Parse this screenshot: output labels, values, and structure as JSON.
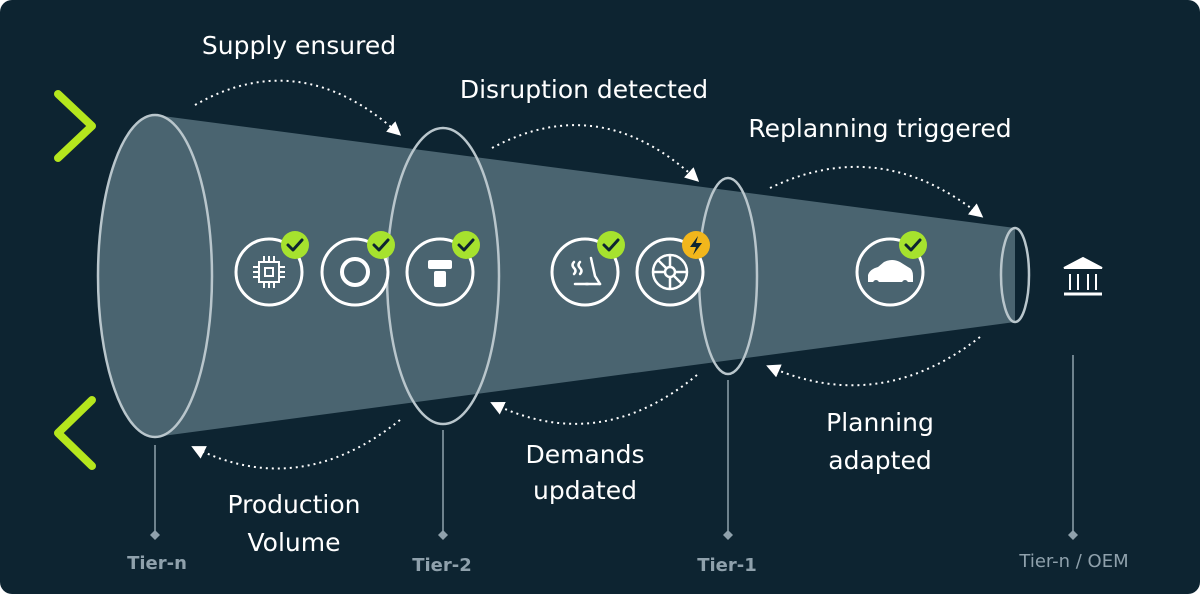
{
  "stages": {
    "supply_ensured": "Supply ensured",
    "disruption_detected": "Disruption detected",
    "replanning_triggered": "Replanning triggered",
    "production_volume": [
      "Production",
      "Volume"
    ],
    "demands_updated": [
      "Demands",
      "updated"
    ],
    "planning_adapted": [
      "Planning",
      "adapted"
    ]
  },
  "tiers": {
    "tier_n": "Tier-n",
    "tier_2": "Tier-2",
    "tier_1": "Tier-1",
    "tier_n_oem": "Tier-n / OEM"
  },
  "components": [
    {
      "icon": "microchip-icon",
      "status": "ok"
    },
    {
      "icon": "ring-seal-icon",
      "status": "ok"
    },
    {
      "icon": "bolt-screw-icon",
      "status": "ok"
    },
    {
      "icon": "heated-seat-icon",
      "status": "ok"
    },
    {
      "icon": "wheel-icon",
      "status": "disrupted"
    },
    {
      "icon": "car-icon",
      "status": "ok"
    }
  ],
  "colors": {
    "background": "#0d2431",
    "funnel": "#4a6470",
    "accent": "#b5e61d",
    "ok_badge": "#a6e22e",
    "warning_badge": "#f2b61c",
    "text": "#ffffff",
    "tier_text": "#8fa1ac"
  }
}
